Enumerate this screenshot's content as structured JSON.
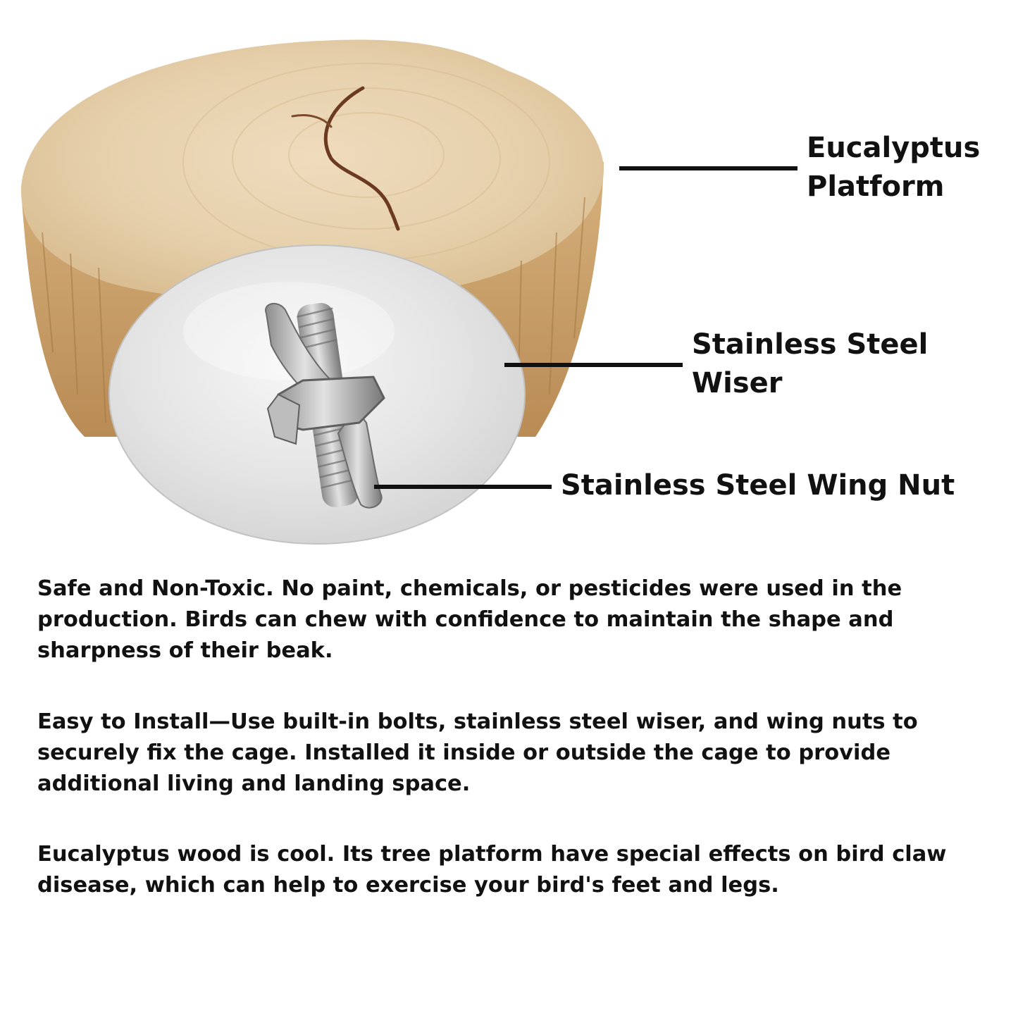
{
  "product": {
    "image_label": "",
    "parts": [
      "wood-platform",
      "stainless-washer",
      "bolt",
      "wing-nut"
    ]
  },
  "callouts": {
    "platform": {
      "line1": "Eucalyptus",
      "line2": "Platform"
    },
    "washer": {
      "line1": "Stainless Steel",
      "line2": "Wiser"
    },
    "wing_nut": {
      "line1": "Stainless Steel Wing Nut"
    }
  },
  "features": [
    {
      "text": "Safe and Non-Toxic. No paint, chemicals, or pesticides were used in the production. Birds can chew with confidence to maintain the shape and sharpness of their beak."
    },
    {
      "text": "Easy to Install—Use built-in bolts, stainless steel wiser, and wing nuts to securely fix the cage. Installed it inside or outside the cage to provide additional living and landing space."
    },
    {
      "text": "Eucalyptus wood is cool. Its tree platform have special effects on bird claw disease, which can help to exercise your bird's feet and legs."
    }
  ],
  "colors": {
    "text": "#111111",
    "wood_top": "#e8d2b0",
    "wood_bark": "#c9a26e",
    "steel": "#e6e6e6"
  }
}
